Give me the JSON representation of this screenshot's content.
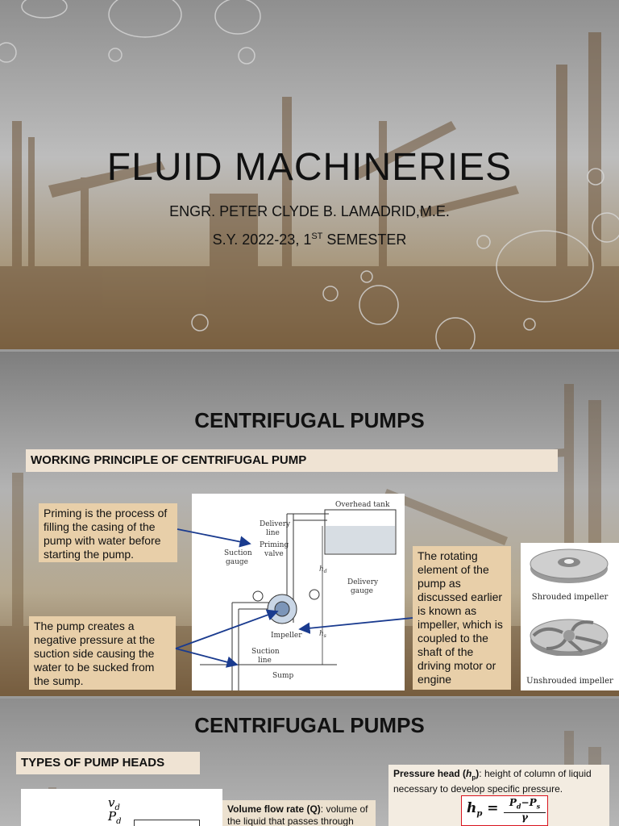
{
  "slide1": {
    "title": "FLUID MACHINERIES",
    "author": "ENGR. PETER CLYDE B. LAMADRID,M.E.",
    "semester_prefix": "S.Y. 2022-23, 1",
    "semester_sup": "ST",
    "semester_suffix": " SEMESTER"
  },
  "slide2": {
    "title": "CENTRIFUGAL PUMPS",
    "band": "WORKING PRINCIPLE OF CENTRIFUGAL PUMP",
    "note_priming": "Priming is the process of filling the casing of the pump with water before starting the pump.",
    "note_negative": "The pump creates a negative pressure at the suction side causing the water to be sucked from the sump.",
    "note_impeller": "The rotating element of the pump as discussed earlier is known as impeller, which is coupled to the shaft of the driving motor or engine",
    "diagram_labels": {
      "overhead_tank": "Overhead tank",
      "delivery_line_1": "Delivery",
      "delivery_line_2": "line",
      "priming_valve_1": "Priming",
      "priming_valve_2": "valve",
      "suction_gauge_1": "Suction",
      "suction_gauge_2": "gauge",
      "delivery_gauge_1": "Delivery",
      "delivery_gauge_2": "gauge",
      "impeller": "Impeller",
      "suction_line_1": "Suction",
      "suction_line_2": "line",
      "sump": "Sump",
      "hd": "h",
      "hd_sub": "d",
      "hs": "h",
      "hs_sub": "s"
    },
    "shrouded": "Shrouded impeller",
    "unshrouded": "Unshrouded impeller"
  },
  "slide3": {
    "title": "CENTRIFUGAL PUMPS",
    "band": "TYPES OF PUMP HEADS",
    "v_label": "v",
    "v_sub": "d",
    "p_label": "P",
    "p_sub": "d",
    "volume_bold": "Volume flow rate (Q)",
    "volume_text": ": volume of the liquid that passes through",
    "pressure_bold": "Pressure head (",
    "pressure_var": "h",
    "pressure_var_sub": "p",
    "pressure_close": ")",
    "pressure_text": ": height of column of liquid necessary to develop specific pressure.",
    "formula_lhs": "h",
    "formula_lhs_sub": "p",
    "formula_eq": " = ",
    "formula_num_a": "P",
    "formula_num_a_sub": "d",
    "formula_num_minus": "−",
    "formula_num_b": "P",
    "formula_num_b_sub": "s",
    "formula_den": "γ"
  },
  "colors": {
    "accent_band": "#efe3d3",
    "note_bg": "#e8cfa9",
    "arrow": "#1a3b8f",
    "formula_border": "#d9141e"
  }
}
